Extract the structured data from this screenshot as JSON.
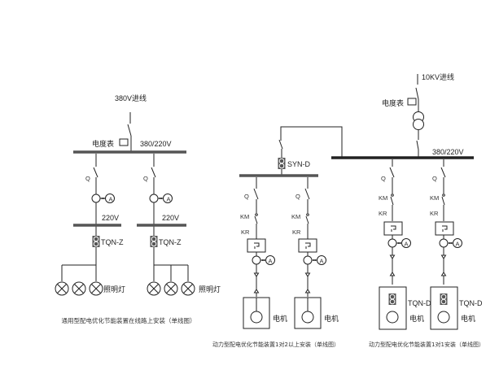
{
  "diagram1": {
    "incoming_label": "380V进线",
    "meter_label": "电度表",
    "bus_voltage": "380/220V",
    "breaker_label": "Q",
    "ammeter_label": "A",
    "sub_bus_voltage": "220V",
    "device_label": "TQN-Z",
    "lamp_label": "照明灯",
    "caption": "通用型配电优化节能装置在线路上安装（单线图）"
  },
  "diagram2": {
    "device_label": "SYN-D",
    "breaker_label": "Q",
    "contactor_label": "KM",
    "relay_label": "KR",
    "ammeter_label": "A",
    "motor_label": "电机",
    "caption": "动力型配电优化节能装置1对2以上安装（单线图）"
  },
  "diagram3": {
    "incoming_label": "10KV进线",
    "meter_label": "电度表",
    "bus_voltage": "380/220V",
    "breaker_label": "Q",
    "contactor_label": "KM",
    "relay_label": "KR",
    "ammeter_label": "A",
    "device_label": "TQN-D",
    "motor_label": "电机",
    "caption": "动力型配电优化节能装置1对1安装（单线图）"
  }
}
